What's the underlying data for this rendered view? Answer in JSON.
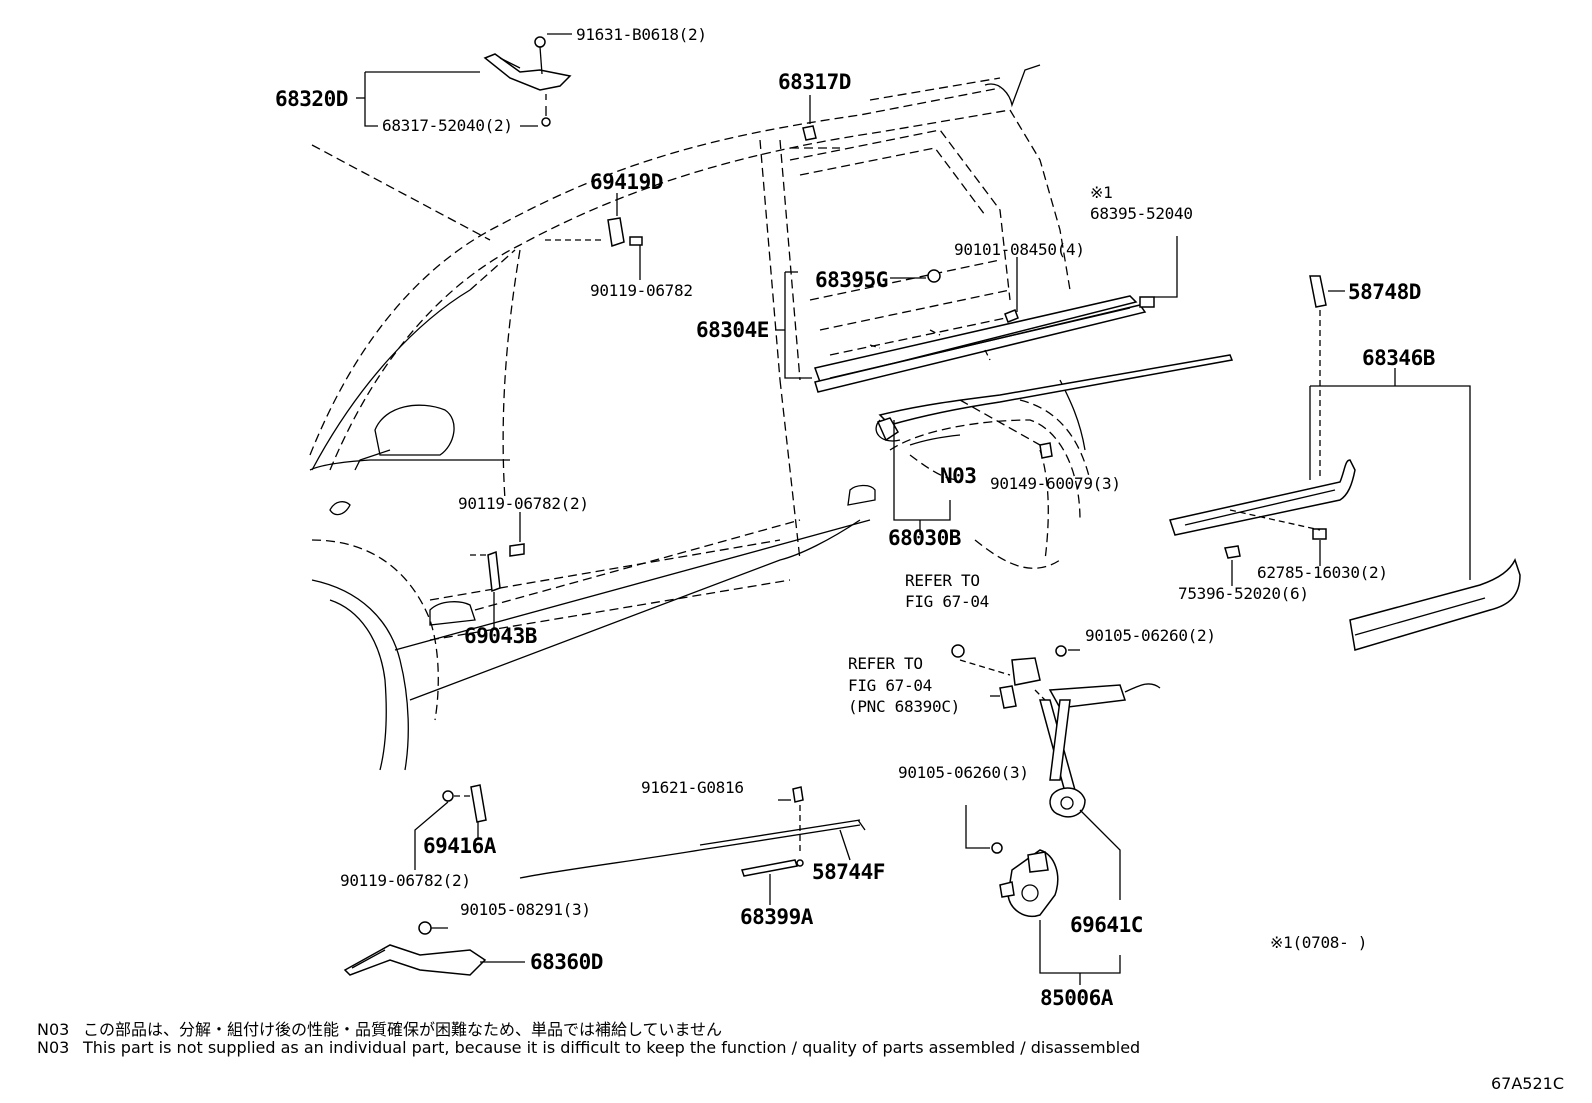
{
  "labels": {
    "p68320D": "68320D",
    "p91631": "91631-B0618(2)",
    "p68317_52040": "68317-52040(2)",
    "p68317D": "68317D",
    "p69419D": "69419D",
    "p90119_06782a": "90119-06782",
    "p68395G": "68395G",
    "p68304E": "68304E",
    "p90101": "90101-08450(4)",
    "mark1": "※1",
    "p68395_52040": "68395-52040",
    "p58748D": "58748D",
    "p68346B": "68346B",
    "pN03": "N03",
    "p90149": "90149-60079(3)",
    "p68030B": "68030B",
    "p90119_06782b": "90119-06782(2)",
    "p69043B": "69043B",
    "refer1a": "REFER TO",
    "refer1b": "FIG 67-04",
    "p90105_06260a": "90105-06260(2)",
    "refer2a": "REFER TO",
    "refer2b": "FIG 67-04",
    "refer2c": "(PNC 68390C)",
    "p62785": "62785-16030(2)",
    "p75396": "75396-52020(6)",
    "p91621": "91621-G0816",
    "p90105_06260b": "90105-06260(3)",
    "p69416A": "69416A",
    "p90119_06782c": "90119-06782(2)",
    "p58744F": "58744F",
    "p90105_08291": "90105-08291(3)",
    "p68399A": "68399A",
    "p68360D": "68360D",
    "p69641C": "69641C",
    "p85006A": "85006A",
    "mark1_range": "※1(0708-      )"
  },
  "notes": [
    {
      "code": "N03",
      "text": "この部品は、分解・組付け後の性能・品質確保が困難なため、単品では補給していません"
    },
    {
      "code": "N03",
      "text": "This part is not supplied as an individual part, because it is difficult to keep the function / quality of parts  assembled / disassembled"
    }
  ],
  "figure_code": "67A521C"
}
